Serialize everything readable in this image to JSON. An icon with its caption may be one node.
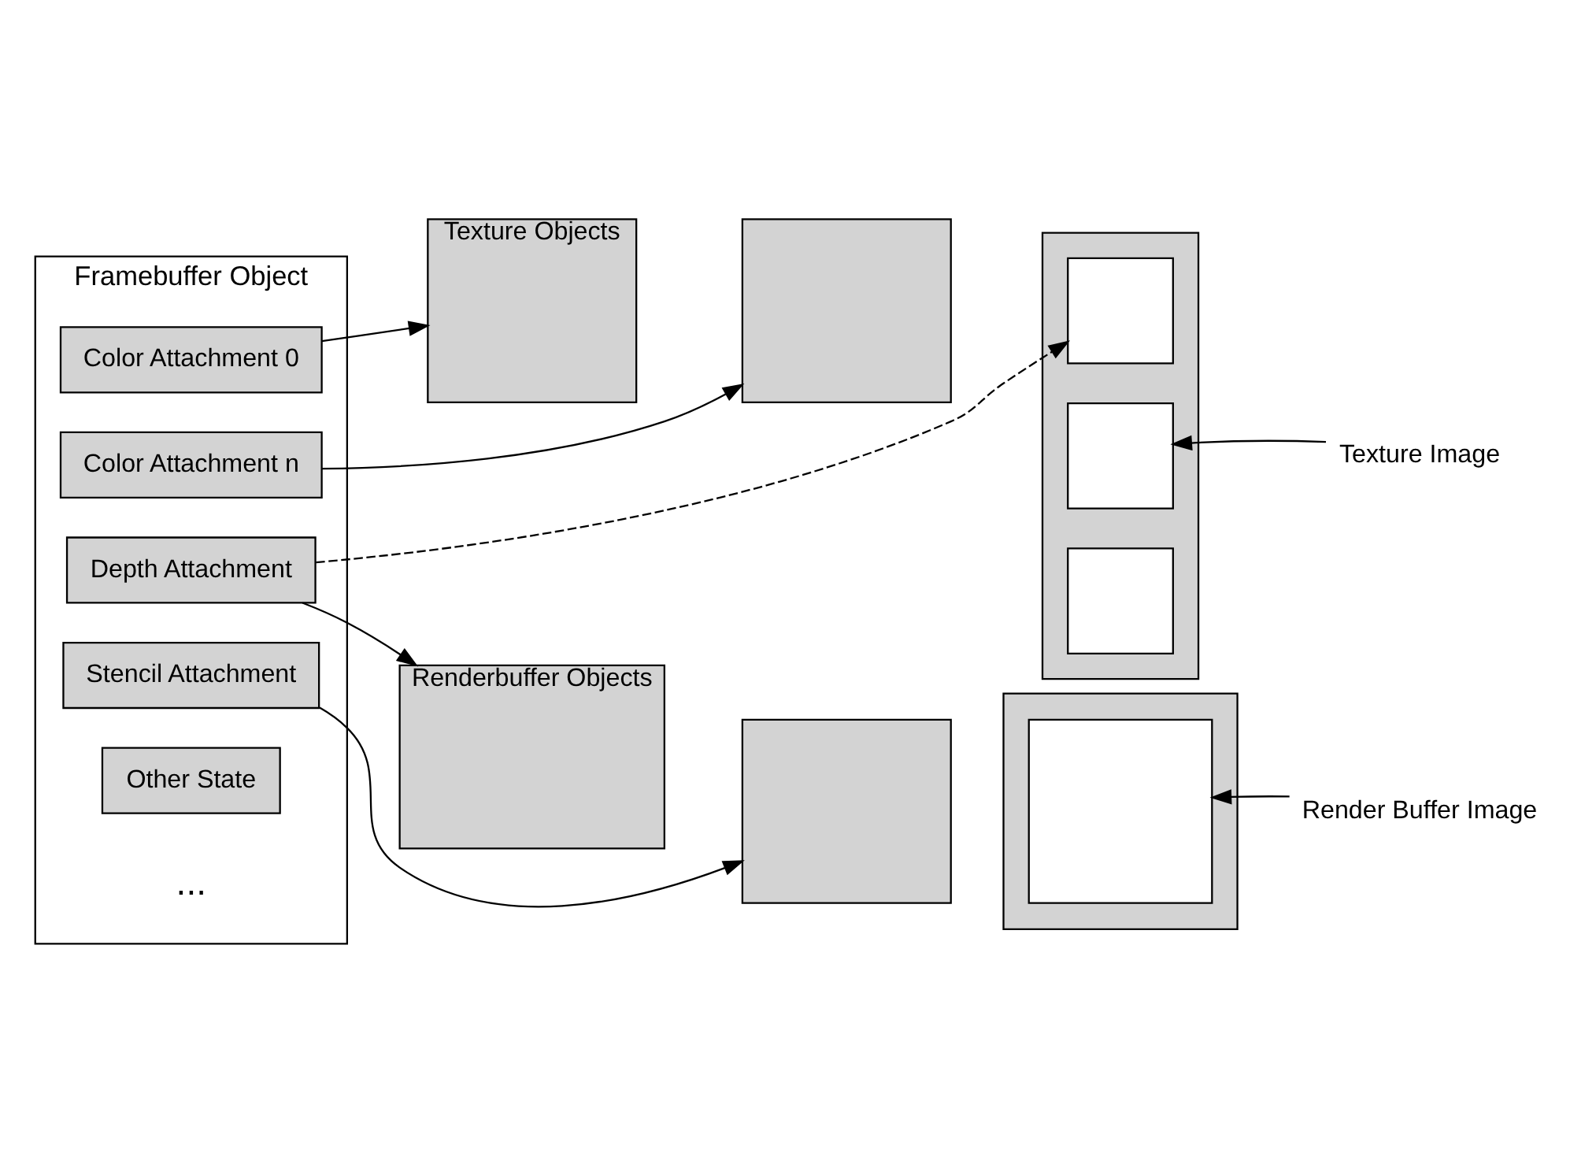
{
  "diagram": {
    "nodes": [
      {
        "text": [
          "Framebuffer Object"
        ]
      },
      {
        "text": [
          "Color Attachment 0"
        ],
        "in": 0
      },
      {
        "text": [
          "Color Attachment n"
        ],
        "in": 0
      },
      {
        "text": [
          "Depth Attachment"
        ],
        "in": 0
      },
      {
        "text": [
          "Stencil Attachment"
        ],
        "in": 0
      },
      {
        "text": [
          "Other State"
        ],
        "in": 0
      },
      {
        "text": [
          "Texture Objects"
        ]
      },
      {
        "text": [],
        "shape": "box"
      },
      {
        "text": [],
        "shape": "box"
      },
      {
        "text": [],
        "shape": "box",
        "in": 8
      },
      {
        "text": [],
        "shape": "box",
        "in": 8
      },
      {
        "text": [],
        "shape": "box",
        "in": 8
      },
      {
        "text": [
          "Texture Image"
        ]
      },
      {
        "text": [
          "Renderbuffer Objects"
        ]
      },
      {
        "text": [],
        "shape": "box"
      },
      {
        "text": [],
        "shape": "box"
      },
      {
        "text": [],
        "shape": "box",
        "in": 15
      },
      {
        "text": [
          "Render Buffer Image"
        ]
      }
    ],
    "edges": [
      {
        "from": 1,
        "to": 6,
        "arrow": "to"
      },
      {
        "from": 2,
        "to": 7,
        "arrow": "to"
      },
      {
        "from": 3,
        "to": 9,
        "arrow": "to",
        "style": "dashed"
      },
      {
        "from": 3,
        "to": 13,
        "arrow": "to"
      },
      {
        "from": 4,
        "to": 14,
        "arrow": "to"
      },
      {
        "from": 12,
        "to": 10,
        "arrow": "to"
      },
      {
        "from": 17,
        "to": 16,
        "arrow": "to"
      }
    ],
    "labels": [
      "..."
    ]
  }
}
